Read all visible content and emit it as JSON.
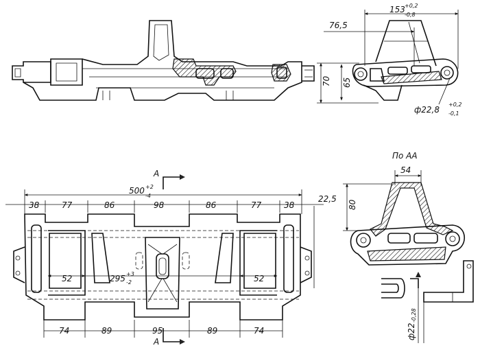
{
  "top_right": {
    "dim_153": "153",
    "dim_153_tol_upper": "+0,2",
    "dim_153_tol_lower": "-0,8",
    "dim_76_5": "76,5",
    "dim_70": "70",
    "dim_65": "65",
    "dim_hole": "ф22,8",
    "dim_hole_tol_upper": "+0,2",
    "dim_hole_tol_lower": "-0,1"
  },
  "section_label_top": "А",
  "section_label_bottom": "А",
  "plan": {
    "overall": "500",
    "overall_tol_upper": "+2",
    "overall_tol_lower": "-4",
    "top_dims": [
      "38",
      "77",
      "86",
      "98",
      "86",
      "77",
      "38"
    ],
    "dim_22_5": "22,5",
    "dim_52_left": "52",
    "dim_52_right": "52",
    "dim_295": "295",
    "dim_295_tol_upper": "+3",
    "dim_295_tol_lower": "-2",
    "bottom_dims": [
      "74",
      "89",
      "95",
      "89",
      "74"
    ]
  },
  "section": {
    "title": "По АА",
    "dim_54": "54",
    "dim_80": "80"
  },
  "pin": {
    "dim": "ф22",
    "dim_tol": "-0,28"
  }
}
